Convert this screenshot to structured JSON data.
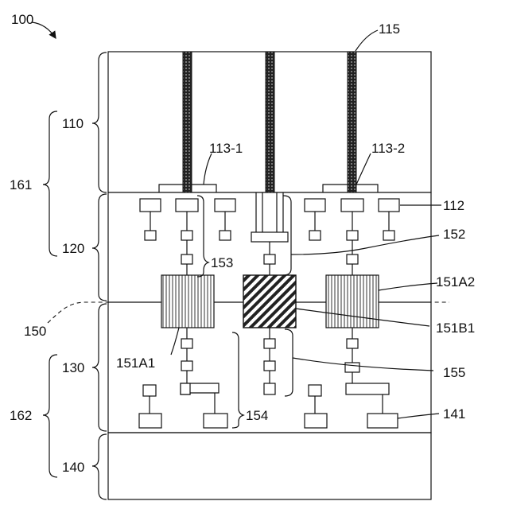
{
  "figure": {
    "ref_main": "100",
    "ref_via": "115",
    "ref_pad_left": "113-1",
    "ref_pad_right": "113-2",
    "ref_device": "112",
    "ref_interconnect": "152",
    "ref_bond_left": "151A2",
    "ref_bond_center": "151B1",
    "ref_bond_lower": "151A1",
    "ref_plane": "150",
    "ref_metal_upper": "153",
    "ref_metal_lower": "154",
    "ref_link": "155",
    "ref_bottom_device": "141",
    "ref_layer_110": "110",
    "ref_layer_120": "120",
    "ref_layer_130": "130",
    "ref_layer_140": "140",
    "ref_group_161": "161",
    "ref_group_162": "162"
  },
  "colors": {
    "stroke": "#111111",
    "hatch": "#333333",
    "background": "#ffffff"
  }
}
